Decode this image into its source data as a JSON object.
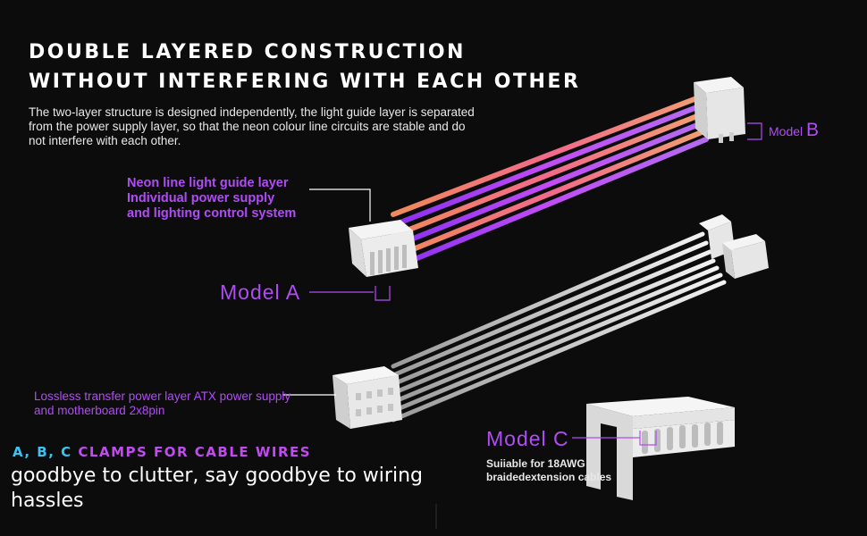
{
  "headline": "DOUBLE LAYERED CONSTRUCTION WITHOUT INTERFERING WITH EACH OTHER",
  "intro": "The two-layer structure is designed independently, the light guide layer is separated from the power supply layer, so that the neon colour line circuits are stable and do not interfere with each other.",
  "neon_layer": {
    "line1": "Neon line light guide layer",
    "line2": "Individual power supply",
    "line3": "and lighting control system"
  },
  "model_a": "Model  A",
  "model_b": {
    "prefix": "Model ",
    "letter": "B"
  },
  "power_layer": "Lossless transfer power layer ATX power supply and motherboard 2x8pin",
  "model_c": "Model  C",
  "model_c_note": {
    "line1": "Suiiable for 18AWG",
    "line2": "braidedextension cables"
  },
  "clamps": {
    "abc": "A,  B,  C ",
    "rest": "CLAMPS  FOR  CABLE  WIRES"
  },
  "tagline": "goodbye to clutter, say goodbye to wiring hassles",
  "colors": {
    "accent_purple": "#b04cf5",
    "accent_cyan": "#3dc3ef",
    "background": "#0c0c0c"
  }
}
